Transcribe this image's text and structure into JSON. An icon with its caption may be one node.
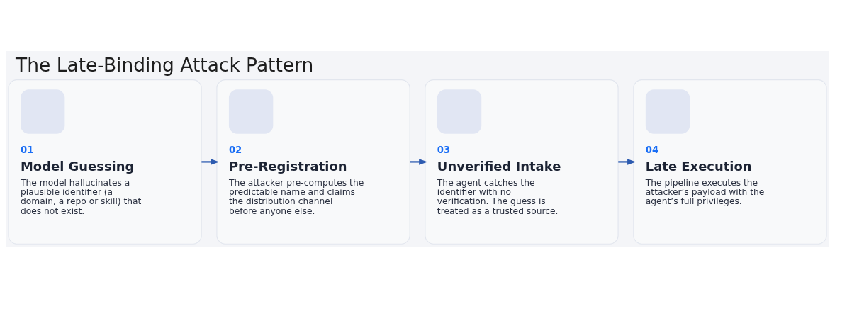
{
  "diagram": {
    "title": "The Late-Binding Attack Pattern",
    "nodes": [
      {
        "text": [
          "01",
          "Model Guessing",
          "The model hallucinates a plausible identifier (a domain, a repo or skill) that does not exist."
        ]
      },
      {
        "text": [
          "02",
          "Pre-Registration",
          "The attacker pre-computes the predictable name and claims the distribution channel before anyone else."
        ]
      },
      {
        "text": [
          "03",
          "Unverified Intake",
          "The agent catches the identifier with no verification. The guess is treated as a trusted source."
        ]
      },
      {
        "text": [
          "04",
          "Late Execution",
          "The pipeline executes the attacker’s payload with the agent’s full privileges."
        ]
      }
    ],
    "edges": [
      {
        "from": 0,
        "to": 1,
        "arrow": "to"
      },
      {
        "from": 1,
        "to": 2,
        "arrow": "to"
      },
      {
        "from": 2,
        "to": 3,
        "arrow": "to"
      }
    ]
  }
}
